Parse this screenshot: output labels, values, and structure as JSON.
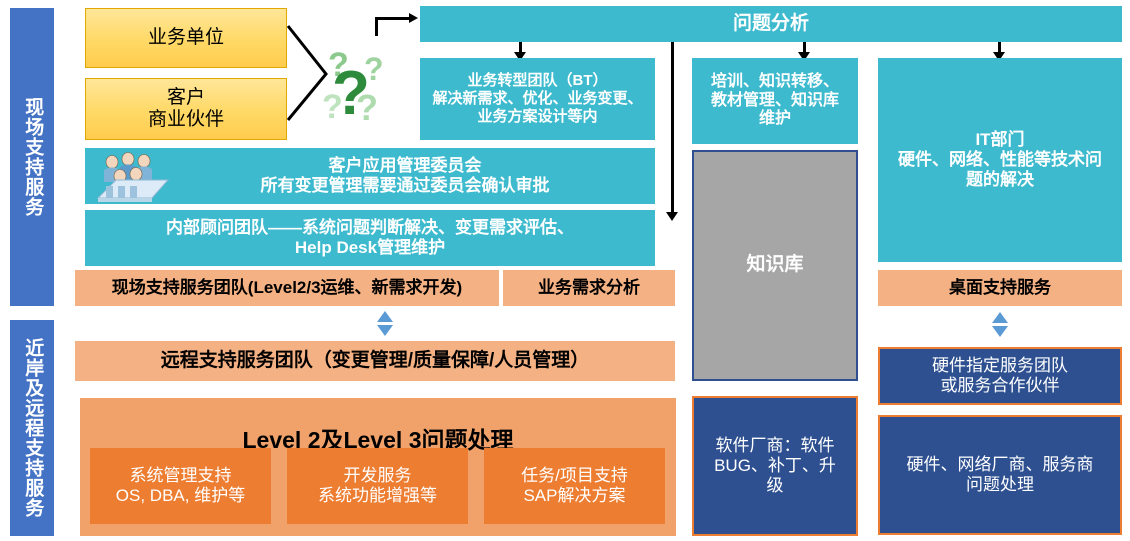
{
  "diagram": {
    "title": "IT Support Service Organization Diagram",
    "colors": {
      "rail_blue": "#4472C4",
      "teal": "#3DBACE",
      "orange_light": "#F4B183",
      "orange_mid": "#F0A26A",
      "orange_deep": "#ED7D31",
      "navy": "#2E5090",
      "gray": "#A6A6A6",
      "yellow": "#FFD966",
      "blue_arrow": "#5B9BD5",
      "question_green": "#2E8B3C"
    }
  },
  "rails": [
    {
      "label": "现场支持服务"
    },
    {
      "label": "近岸及远程支持服务"
    }
  ],
  "sources": [
    {
      "label": "业务单位"
    },
    {
      "label": "客户\n商业伙伴"
    }
  ],
  "icons": {
    "question_marks": "question-mark-cluster",
    "meeting": "meeting-people-icon"
  },
  "analysis_bar": {
    "label": "问题分析"
  },
  "onsite": {
    "bt_team": "业务转型团队（BT）\n解决新需求、优化、业务变更、\n业务方案设计等内",
    "training": "培训、知识转移、\n教材管理、知识库\n维护",
    "it_dept": "IT部门\n硬件、网络、性能等技术问\n题的解决",
    "committee": "客户应用管理委员会\n所有变更管理需要通过委员会确认审批",
    "internal_consultant": "内部顾问团队——系统问题判断解决、变更需求评估、\nHelp Desk管理维护",
    "onsite_team": "现场支持服务团队(Level2/3运维、新需求开发)",
    "business_analysis": "业务需求分析",
    "desktop_support": "桌面支持服务",
    "knowledge_base": "知识库"
  },
  "remote": {
    "remote_team": "远程支持服务团队（变更管理/质量保障/人员管理）",
    "level_header": "Level 2及Level 3问题处理",
    "level_items": [
      "系统管理支持\nOS, DBA, 维护等",
      "开发服务\n系统功能增强等",
      "任务/项目支持\nSAP解决方案"
    ],
    "software_vendor": "软件厂商：软件\nBUG、补丁、升\n级",
    "hardware_partner": "硬件指定服务团队\n或服务合作伙伴",
    "hardware_vendor": "硬件、网络厂商、服务商\n问题处理"
  }
}
